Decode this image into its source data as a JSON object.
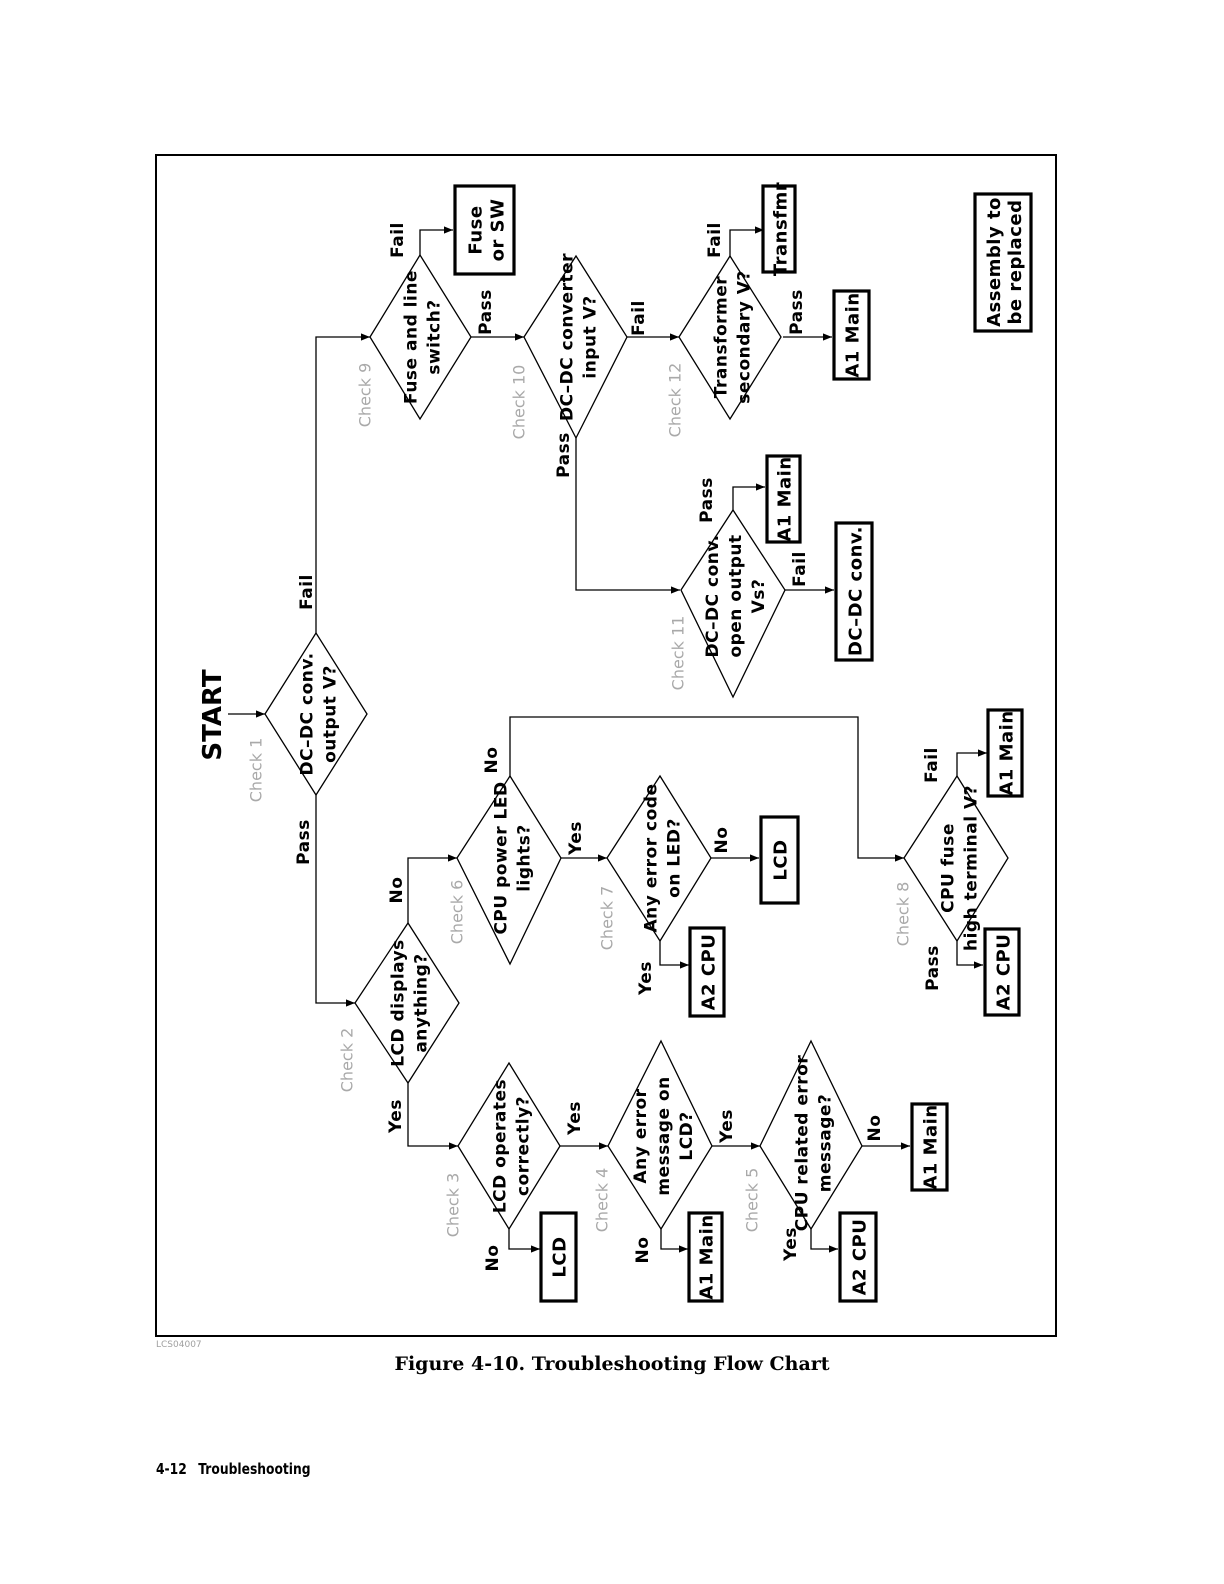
{
  "figure": {
    "caption": "Figure 4-10. Troubleshooting Flow Chart",
    "figure_id": "LCS04007",
    "start_label": "START"
  },
  "footer": {
    "page_number": "4-12",
    "section": "Troubleshooting"
  },
  "legend": {
    "lines": [
      "Assembly to",
      "be replaced"
    ]
  },
  "nodes": [
    {
      "id": "check1",
      "check": "Check 1",
      "lines": [
        "DC–DC conv.",
        "output V?"
      ]
    },
    {
      "id": "check2",
      "check": "Check 2",
      "lines": [
        "LCD displays",
        "anything?"
      ]
    },
    {
      "id": "check3",
      "check": "Check 3",
      "lines": [
        "LCD operates",
        "correctly?"
      ]
    },
    {
      "id": "check4",
      "check": "Check 4",
      "lines": [
        "Any error",
        "message on",
        "LCD?"
      ]
    },
    {
      "id": "check5",
      "check": "Check 5",
      "lines": [
        "CPU related error",
        "message?"
      ]
    },
    {
      "id": "check6",
      "check": "Check 6",
      "lines": [
        "CPU power LED",
        "lights?"
      ]
    },
    {
      "id": "check7",
      "check": "Check 7",
      "lines": [
        "Any error code",
        "on LED?"
      ]
    },
    {
      "id": "check8",
      "check": "Check 8",
      "lines": [
        "CPU fuse",
        "high terminal V?"
      ]
    },
    {
      "id": "check9",
      "check": "Check 9",
      "lines": [
        "Fuse and line",
        "switch?"
      ]
    },
    {
      "id": "check10",
      "check": "Check 10",
      "lines": [
        "DC–DC converter",
        "input V?"
      ]
    },
    {
      "id": "check11",
      "check": "Check 11",
      "lines": [
        "DC–DC conv.",
        "open output",
        "Vs?"
      ]
    },
    {
      "id": "check12",
      "check": "Check 12",
      "lines": [
        "Transformer",
        "secondary V?"
      ]
    }
  ],
  "assemblies": [
    {
      "id": "fuse-sw",
      "lines": [
        "Fuse",
        "or SW"
      ]
    },
    {
      "id": "transfmr",
      "lines": [
        "Transfmr"
      ]
    },
    {
      "id": "a1-main-c12",
      "lines": [
        "A1 Main"
      ]
    },
    {
      "id": "a1-main-c11",
      "lines": [
        "A1 Main"
      ]
    },
    {
      "id": "dc-dc-conv",
      "lines": [
        "DC–DC conv."
      ]
    },
    {
      "id": "a1-main-c8",
      "lines": [
        "A1 Main"
      ]
    },
    {
      "id": "lcd-c7",
      "lines": [
        "LCD"
      ]
    },
    {
      "id": "a2-cpu-c7",
      "lines": [
        "A2 CPU"
      ]
    },
    {
      "id": "a2-cpu-c8",
      "lines": [
        "A2 CPU"
      ]
    },
    {
      "id": "a1-main-c5",
      "lines": [
        "A1 Main"
      ]
    },
    {
      "id": "lcd-c3",
      "lines": [
        "LCD"
      ]
    },
    {
      "id": "a1-main-c4",
      "lines": [
        "A1 Main"
      ]
    },
    {
      "id": "a2-cpu-c5",
      "lines": [
        "A2 CPU"
      ]
    }
  ],
  "edge_labels": {
    "c1_fail": "Fail",
    "c1_pass": "Pass",
    "c9_fail": "Fail",
    "c9_pass": "Pass",
    "c10_fail": "Fail",
    "c10_pass": "Pass",
    "c12_fail": "Fail",
    "c12_pass": "Pass",
    "c11_pass": "Pass",
    "c11_fail": "Fail",
    "c2_no": "No",
    "c2_yes": "Yes",
    "c6_no": "No",
    "c6_yes": "Yes",
    "c7_no": "No",
    "c7_yes": "Yes",
    "c8_fail": "Fail",
    "c8_pass": "Pass",
    "c3_yes": "Yes",
    "c3_no": "No",
    "c4_yes": "Yes",
    "c4_no": "No",
    "c5_no": "No",
    "c5_yes": "Yes"
  }
}
